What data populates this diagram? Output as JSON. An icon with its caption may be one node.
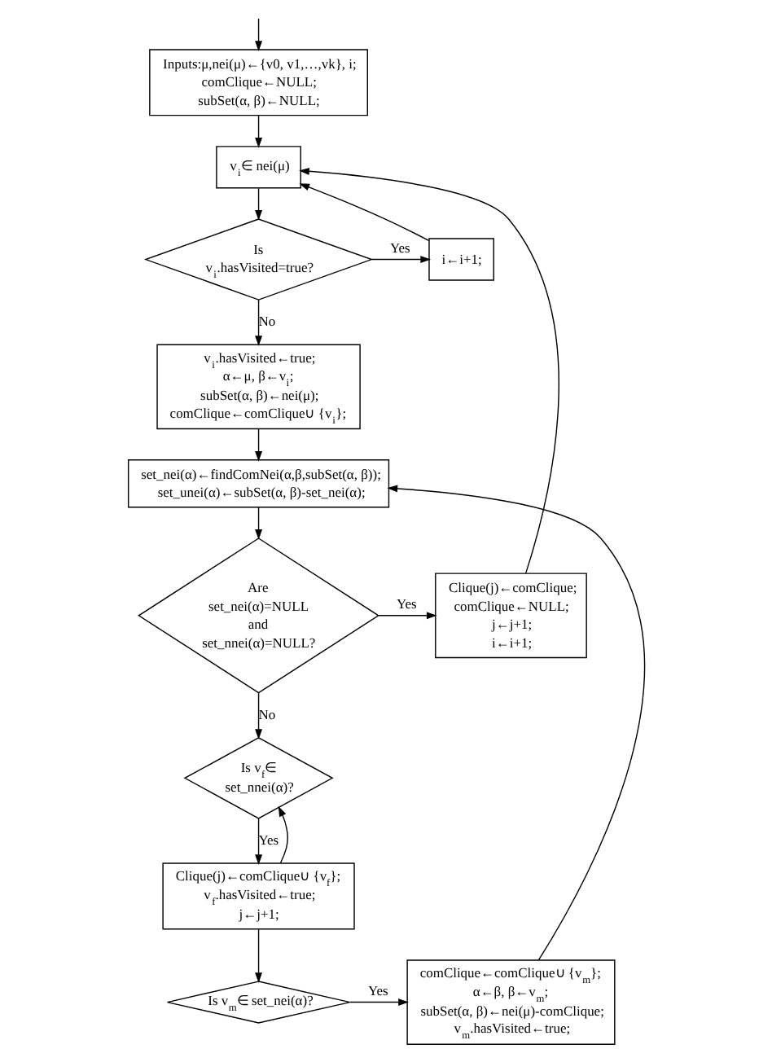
{
  "diagram": {
    "nodes": [
      {
        "text": [
          "Inputs:μ,nei(μ)←{v0, v1,…,vk}, i; comClique←NULL; subSet(α, β)←NULL;"
        ]
      },
      {
        "text": [
          "v$_{i}$∈ nei(μ)"
        ]
      },
      {
        "text": [
          "Is v$_{i}$.hasVisited=true?"
        ]
      },
      {
        "text": [
          "i←i+1;"
        ]
      },
      {
        "text": [
          "v$_{i}$.hasVisited←true; α←μ, β←v$_{i}$; subSet(α, β)←nei(μ); comClique←comClique∪ {v$_{i}$};"
        ]
      },
      {
        "text": [
          "set_nei(α)←findComNei(α,β,subSet(α, β)); set_unei(α)←subSet(α, β)-set_nei(α);"
        ]
      },
      {
        "text": [
          "Are set_nei(α)=NULL and set_nnei(α)=NULL?"
        ]
      },
      {
        "text": [
          "Clique(j)←comClique; comClique←NULL; j←j+1; i←i+1;"
        ]
      },
      {
        "text": [
          "Is v$_{f}$∈ set_nnei(α)?"
        ]
      },
      {
        "text": [
          "Clique(j)←comClique∪ {v$_{f}$}; v$_{f}$.hasVisited←true; j←j+1;"
        ]
      },
      {
        "text": [
          "Is v$_{m}$∈ set_nei(α)?"
        ]
      },
      {
        "text": [
          "comClique←comClique∪ {v$_{m}$}; α←β, β←v$_{m}$; subSet(α, β)←nei(μ)-comClique; v$_{m}$.hasVisited←true;"
        ]
      }
    ],
    "edges": [
      {
        "from": null,
        "to": 0,
        "arrow": "to"
      },
      {
        "from": 0,
        "to": 1,
        "arrow": "to"
      },
      {
        "from": 1,
        "to": 2,
        "arrow": "to"
      },
      {
        "from": 2,
        "to": 3,
        "arrow": "to",
        "label": "Yes"
      },
      {
        "from": 3,
        "to": 1,
        "arrow": "to"
      },
      {
        "from": 2,
        "to": 4,
        "arrow": "to",
        "label": "No"
      },
      {
        "from": 4,
        "to": 5,
        "arrow": "to"
      },
      {
        "from": 5,
        "to": 6,
        "arrow": "to"
      },
      {
        "from": 6,
        "to": 7,
        "arrow": "to",
        "label": "Yes"
      },
      {
        "from": 7,
        "to": 1,
        "arrow": "to"
      },
      {
        "from": 6,
        "to": 8,
        "arrow": "to",
        "label": "No"
      },
      {
        "from": 8,
        "to": 9,
        "arrow": "to",
        "label": "Yes"
      },
      {
        "from": 9,
        "to": 8,
        "arrow": "to"
      },
      {
        "from": 9,
        "to": 10,
        "arrow": "to"
      },
      {
        "from": 10,
        "to": 11,
        "arrow": "to",
        "label": "Yes"
      },
      {
        "from": 11,
        "to": 5,
        "arrow": "to"
      }
    ]
  }
}
